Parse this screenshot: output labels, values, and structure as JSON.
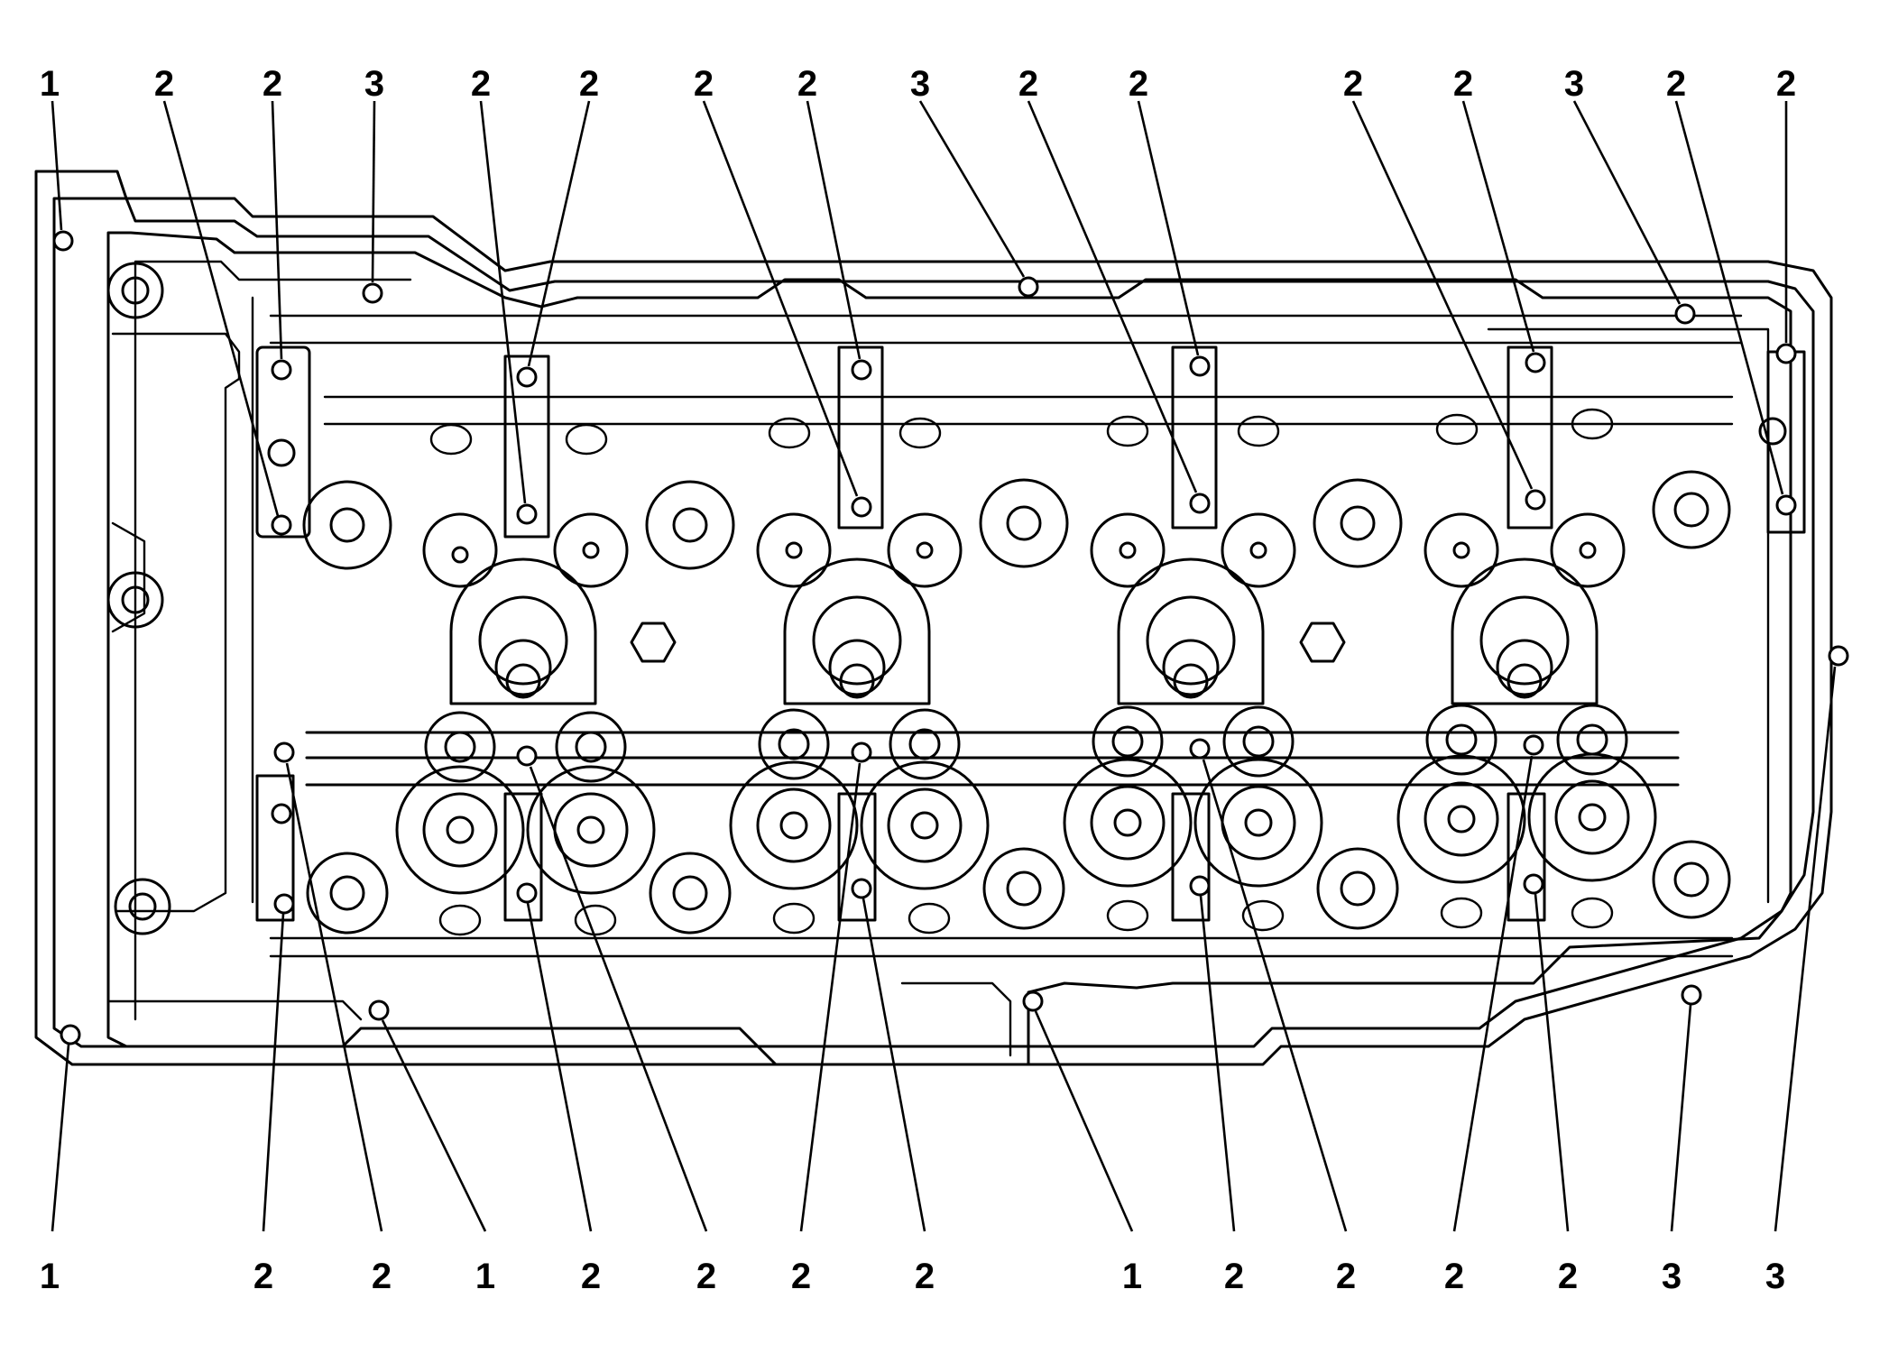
{
  "colors": {
    "ink": "#000000",
    "paper": "#ffffff"
  },
  "callouts": [
    {
      "label": "1"
    },
    {
      "label": "2"
    },
    {
      "label": "2"
    },
    {
      "label": "3"
    },
    {
      "label": "2"
    },
    {
      "label": "2"
    },
    {
      "label": "2"
    },
    {
      "label": "2"
    },
    {
      "label": "3"
    },
    {
      "label": "2"
    },
    {
      "label": "2"
    },
    {
      "label": "2"
    },
    {
      "label": "2"
    },
    {
      "label": "3"
    },
    {
      "label": "2"
    },
    {
      "label": "2"
    },
    {
      "label": "1"
    },
    {
      "label": "2"
    },
    {
      "label": "2"
    },
    {
      "label": "1"
    },
    {
      "label": "2"
    },
    {
      "label": "2"
    },
    {
      "label": "2"
    },
    {
      "label": "2"
    },
    {
      "label": "1"
    },
    {
      "label": "2"
    },
    {
      "label": "2"
    },
    {
      "label": "2"
    },
    {
      "label": "2"
    },
    {
      "label": "3"
    },
    {
      "label": "3"
    }
  ]
}
